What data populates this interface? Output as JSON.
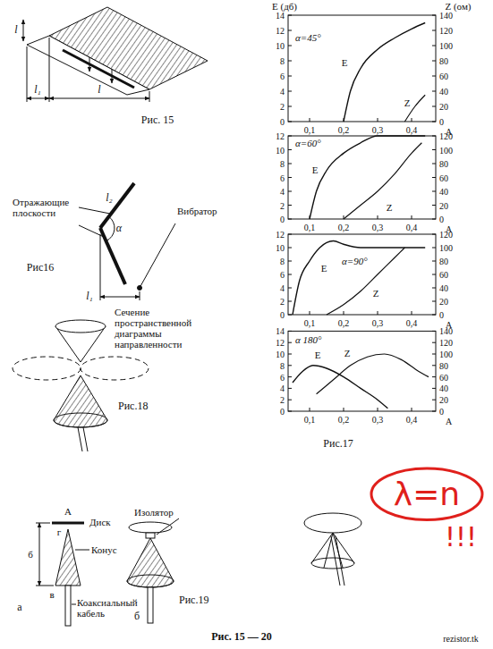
{
  "diagram": {
    "caption": "Рис. 15 — 20",
    "nodes": [
      {
        "text": [
          "λ=n"
        ]
      }
    ],
    "labels": [
      "l",
      "l₁",
      "l",
      "Рис. 15",
      "Отражающие плоскости",
      "l₂",
      "α",
      "Вибратор",
      "l₁",
      "Рис16",
      "Сечение пространственной диаграммы направленности",
      "Рис.18",
      "А",
      "Диск",
      "г",
      "Конус",
      "б",
      "а",
      "в",
      "Коаксиальный кабель",
      "Изолятор",
      "б",
      "Рис.19",
      "Е (дб)",
      "Z (ом)",
      "Рис.17",
      "!!!",
      "rezistor.tk",
      "α=45°",
      "Е",
      "Z",
      "14",
      "12",
      "10",
      "8",
      "6",
      "4",
      "2",
      "0",
      "140",
      "120",
      "100",
      "80",
      "60",
      "40",
      "20",
      "0",
      "0,1",
      "0,2",
      "0,3",
      "0,4",
      "А",
      "α=60°",
      "Е",
      "Z",
      "12",
      "10",
      "8",
      "6",
      "4",
      "2",
      "0",
      "120",
      "100",
      "80",
      "60",
      "40",
      "20",
      "0",
      "0,1",
      "0,2",
      "0,3",
      "0,4",
      "А",
      "α=90°",
      "Е",
      "Z",
      "12",
      "10",
      "8",
      "6",
      "4",
      "2",
      "0",
      "120",
      "100",
      "80",
      "60",
      "40",
      "20",
      "0",
      "0,1",
      "0,2",
      "0,3",
      "0,4",
      "А",
      "α 180°",
      "Е",
      "Z",
      "14",
      "12",
      "10",
      "8",
      "6",
      "4",
      "2",
      "0",
      "140",
      "120",
      "100",
      "80",
      "60",
      "40",
      "20",
      "0",
      "0,1",
      "0,2",
      "0,3",
      "0,4",
      "А"
    ]
  }
}
